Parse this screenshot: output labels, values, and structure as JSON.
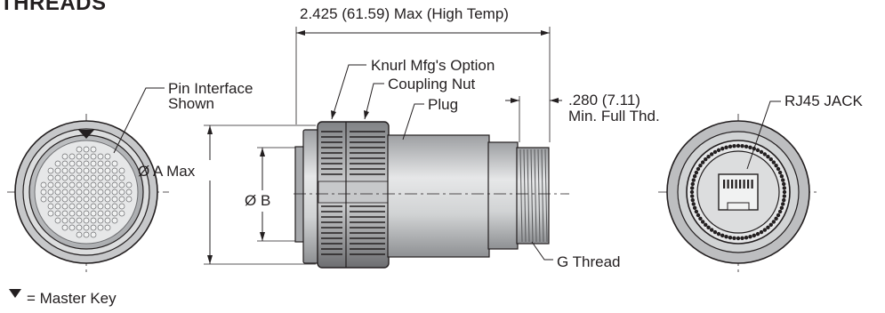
{
  "title": "THREADS",
  "labels": {
    "overall_length": "2.425 (61.59) Max (High Temp)",
    "knurl": "Knurl Mfg's Option",
    "coupling_nut": "Coupling Nut",
    "plug": "Plug",
    "pin_interface_line1": "Pin Interface",
    "pin_interface_line2": "Shown",
    "thread_len_line1": ".280 (7.11)",
    "thread_len_line2": "Min. Full Thd.",
    "rj45": "RJ45 JACK",
    "dia_a": "Ø A Max",
    "dia_b": "Ø B",
    "g_thread": "G Thread",
    "master_key": "= Master Key"
  },
  "icons": [
    "master-key-triangle-icon"
  ],
  "colors": {
    "ink": "#231f20",
    "body_gray": "#bdbec0",
    "dark_gray": "#6d6e71"
  }
}
